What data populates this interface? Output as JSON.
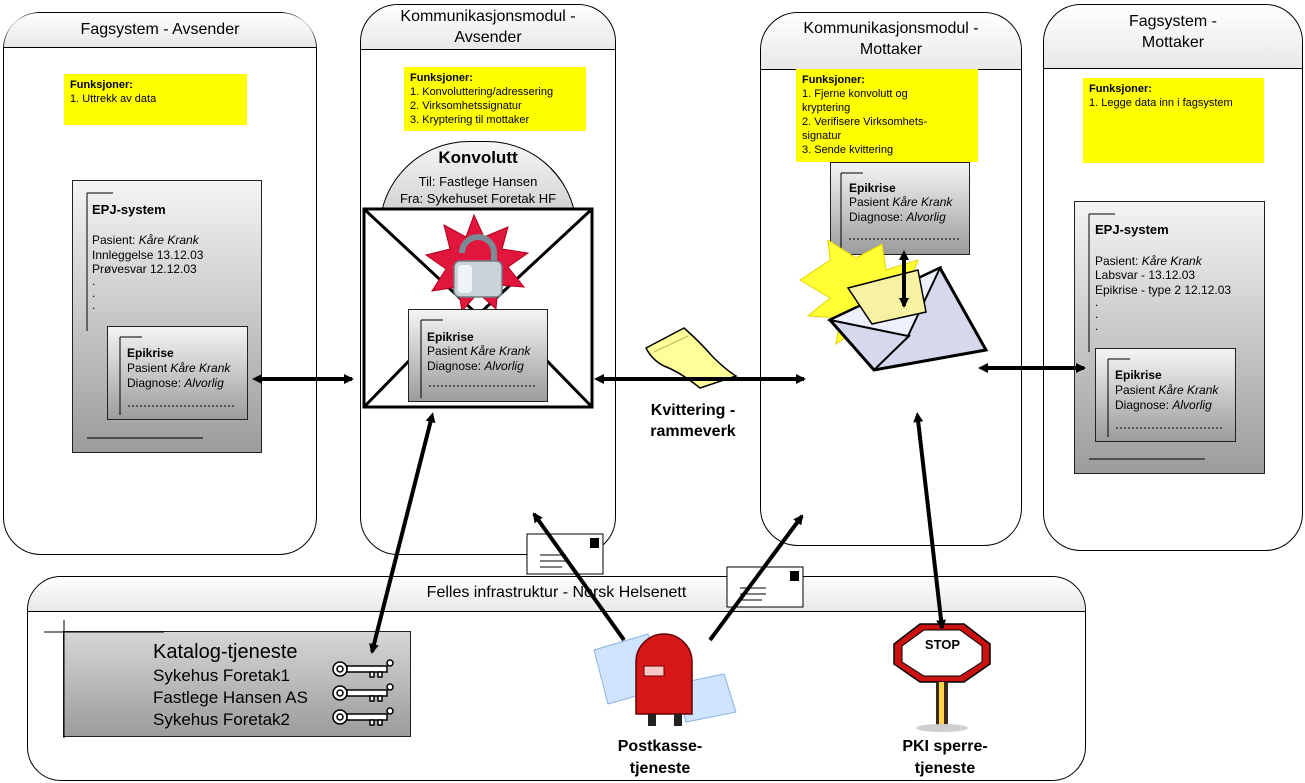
{
  "panels": {
    "sender_system": {
      "title": "Fagsystem - Avsender",
      "functions_header": "Funksjoner:",
      "functions": [
        "1. Uttrekk av data"
      ],
      "epj": {
        "title": "EPJ-system",
        "patient_label": "Pasient:",
        "patient_name": "Kåre Krank",
        "lines": [
          "Innleggelse 13.12.03",
          "Prøvesvar 12.12.03",
          ".",
          ".",
          "."
        ]
      },
      "epikrise": {
        "title": "Epikrise",
        "patient_label": "Pasient",
        "patient_name": "Kåre Krank",
        "diagnosis_label": "Diagnose:",
        "diagnosis_value": "Alvorlig"
      }
    },
    "sender_comm": {
      "title": "Kommunikasjonsmodul - Avsender",
      "functions_header": "Funksjoner:",
      "functions": [
        "1. Konvoluttering/adressering",
        "2. Virksomhetssignatur",
        "3. Kryptering til mottaker"
      ],
      "envelope": {
        "title": "Konvolutt",
        "to": "Til: Fastlege Hansen",
        "from": "Fra: Sykehuset Foretak HF"
      },
      "epikrise": {
        "title": "Epikrise",
        "patient_label": "Pasient",
        "patient_name": "Kåre Krank",
        "diagnosis_label": "Diagnose:",
        "diagnosis_value": "Alvorlig"
      }
    },
    "receiver_comm": {
      "title": "Kommunikasjonsmodul - Mottaker",
      "functions_header": "Funksjoner:",
      "functions": [
        "1. Fjerne konvolutt og kryptering",
        "2. Verifisere Virksomhets-signatur",
        "3. Sende kvittering"
      ],
      "epikrise": {
        "title": "Epikrise",
        "patient_label": "Pasient",
        "patient_name": "Kåre Krank",
        "diagnosis_label": "Diagnose:",
        "diagnosis_value": "Alvorlig"
      }
    },
    "receiver_system": {
      "title": "Fagsystem - Mottaker",
      "functions_header": "Funksjoner:",
      "functions": [
        "1. Legge data inn i fagsystem"
      ],
      "epj": {
        "title": "EPJ-system",
        "patient_label": "Pasient:",
        "patient_name": "Kåre Krank",
        "lines": [
          "Labsvar -  13.12.03",
          "Epikrise - type 2 12.12.03",
          ".",
          ".",
          "."
        ]
      },
      "epikrise": {
        "title": "Epikrise",
        "patient_label": "Pasient",
        "patient_name": "Kåre Krank",
        "diagnosis_label": "Diagnose:",
        "diagnosis_value": "Alvorlig"
      }
    },
    "infrastructure": {
      "title": "Felles infrastruktur - Norsk Helsenett",
      "catalog": {
        "title": "Katalog-tjeneste",
        "entries": [
          "Sykehus Foretak1",
          "Fastlege Hansen AS",
          "Sykehus Foretak2"
        ]
      },
      "mailbox_label_1": "Postkasse-",
      "mailbox_label_2": "tjeneste",
      "pki_label_1": "PKI sperre-",
      "pki_label_2": "tjeneste",
      "stop_sign": "STOP"
    }
  },
  "receipt": {
    "label_1": "Kvittering -",
    "label_2": "rammeverk"
  },
  "colors": {
    "function_box": "#ffff00",
    "gray_top": "#f4f4f4",
    "gray_bottom": "#9c9c9c",
    "mailbox_red": "#d81818",
    "stop_red": "#cc1111"
  }
}
